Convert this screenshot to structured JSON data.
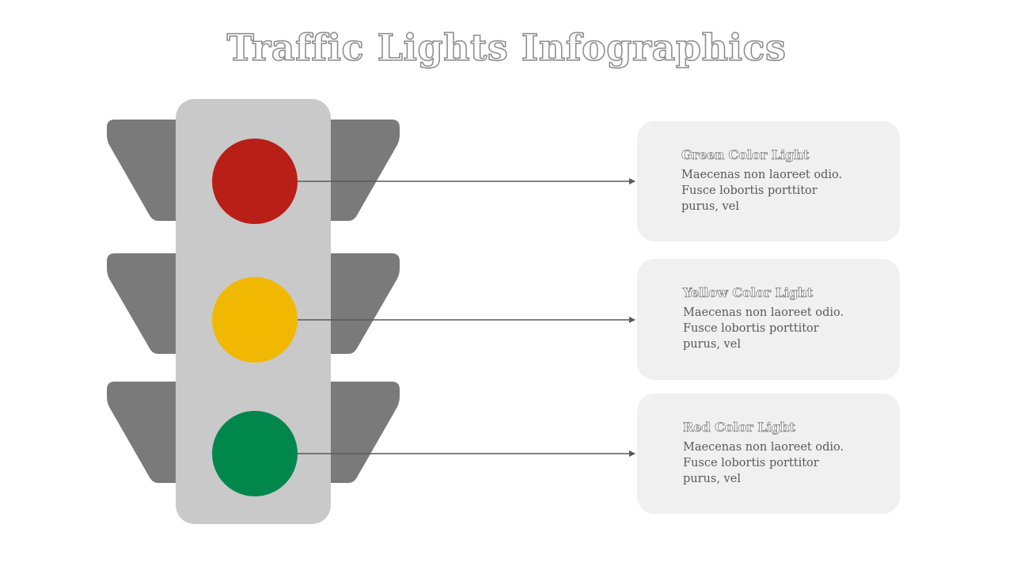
{
  "title": "Traffic Lights Infographics",
  "colors": {
    "housing": "#c9c9c9",
    "visor": "#7a7a7a",
    "card": "#f0f0f0",
    "connector": "#595959"
  },
  "lights": [
    {
      "name": "red-light",
      "color": "#b91f17"
    },
    {
      "name": "yellow-light",
      "color": "#f0b800"
    },
    {
      "name": "green-light",
      "color": "#00874c"
    }
  ],
  "cards": [
    {
      "title": "Green Color Light",
      "body": "Maecenas non laoreet odio. Fusce lobortis porttitor purus, vel"
    },
    {
      "title": "Yellow Color Light",
      "body": "Maecenas non laoreet odio. Fusce lobortis porttitor purus, vel"
    },
    {
      "title": "Red Color Light",
      "body": "Maecenas non laoreet odio. Fusce lobortis porttitor purus, vel"
    }
  ]
}
